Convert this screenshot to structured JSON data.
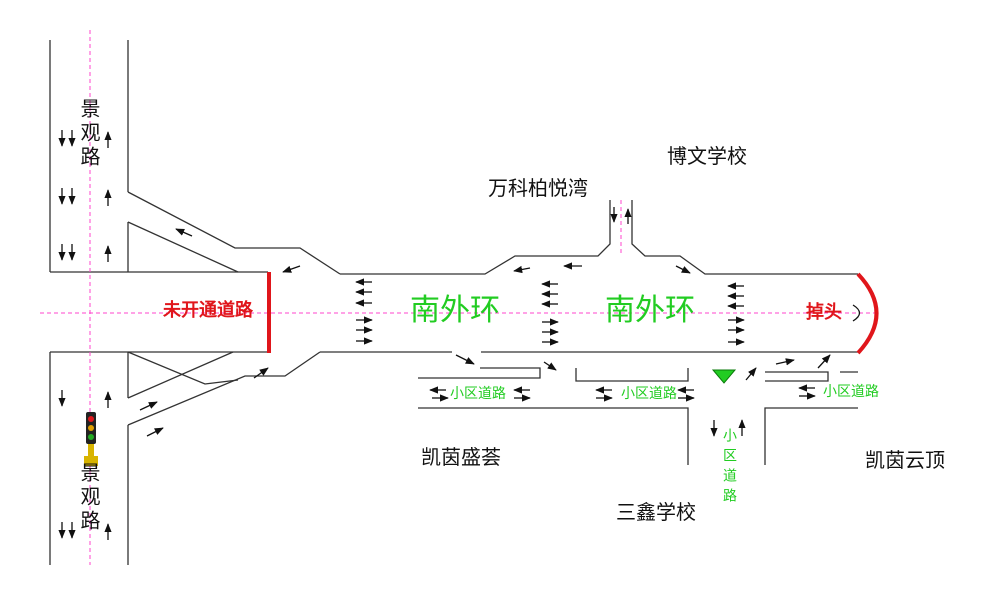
{
  "colors": {
    "road_line": "#333333",
    "center_line": "#ff44cc",
    "barrier": "#e0161b",
    "green": "#22cc22",
    "arrow": "#111111",
    "signal_pole": "#d8b400"
  },
  "labels": {
    "jingguan_top": "景观路",
    "jingguan_bottom": "景观路",
    "unopened_road": "未开通道路",
    "nanwaihuan_left": "南外环",
    "nanwaihuan_right": "南外环",
    "uturn": "掉头",
    "vanke": "万科柏悦湾",
    "bowen": "博文学校",
    "xiaoqu_left": "小区道路",
    "xiaoqu_mid": "小区道路",
    "xiaoqu_right": "小区道路",
    "xiaoqu_vertical": "小区道路",
    "kaiyin_shenghui": "凯茵盛荟",
    "kaiyin_yunding": "凯茵云顶",
    "sanxin": "三鑫学校"
  },
  "icons": {
    "signal": "traffic-light-icon",
    "uturn": "u-turn-icon"
  }
}
